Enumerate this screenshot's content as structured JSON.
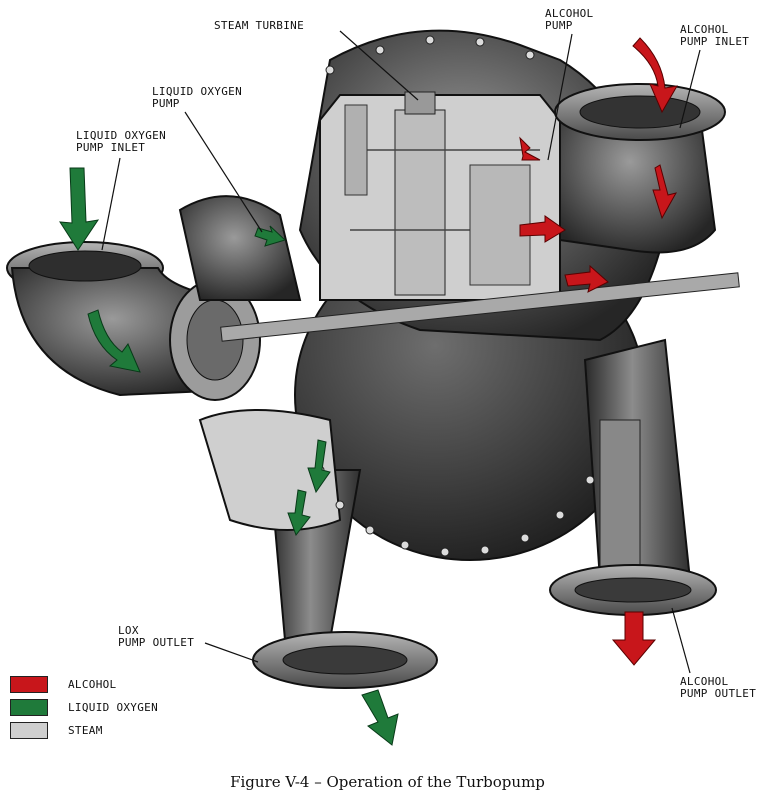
{
  "labels": {
    "steam_turbine": "STEAM TURBINE",
    "alcohol_pump": "ALCOHOL\nPUMP",
    "alcohol_pump_inlet": "ALCOHOL\nPUMP INLET",
    "lox_pump": "LIQUID OXYGEN\nPUMP",
    "lox_pump_inlet": "LIQUID OXYGEN\nPUMP INLET",
    "lox_pump_outlet": "LOX\nPUMP OUTLET",
    "alcohol_pump_outlet": "ALCOHOL\nPUMP OUTLET"
  },
  "legend": [
    {
      "label": "ALCOHOL",
      "color": "#c8161b"
    },
    {
      "label": "LIQUID OXYGEN",
      "color": "#1f7a3a"
    },
    {
      "label": "STEAM",
      "color": "#cfcfcf"
    }
  ],
  "caption": "Figure V-4 – Operation of the Turbopump"
}
